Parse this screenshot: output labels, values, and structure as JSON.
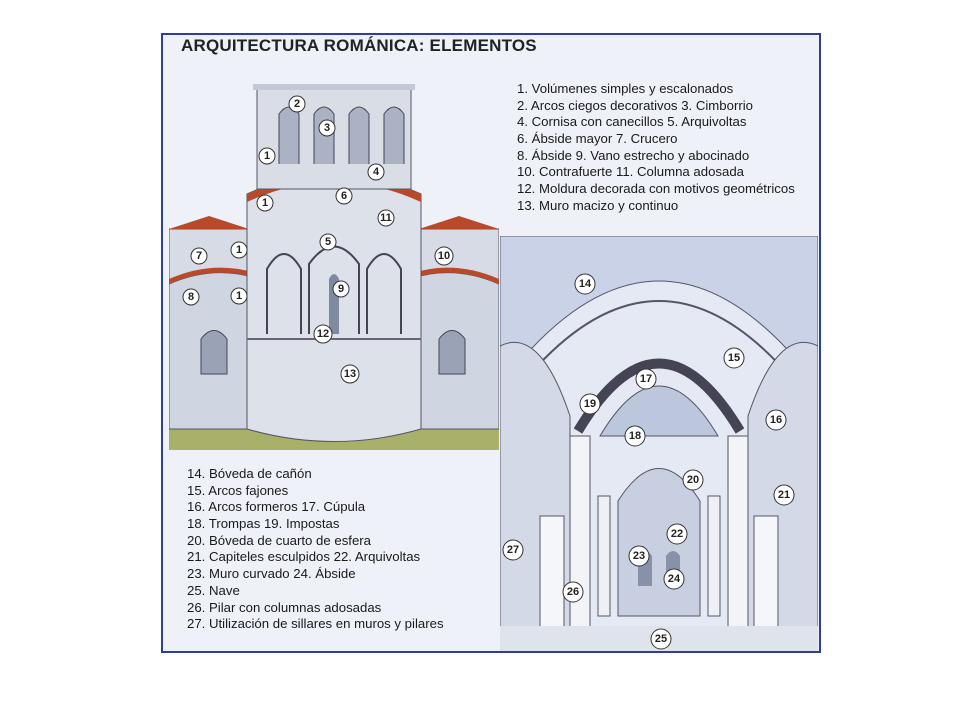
{
  "title": "ARQUITECTURA ROMÁNICA: ELEMENTOS",
  "legend_top": [
    "1. Volúmenes simples y escalonados",
    "2. Arcos ciegos decorativos      3. Cimborrio",
    "4. Cornisa con canecillos      5. Arquivoltas",
    "6. Ábside mayor     7. Crucero",
    "8. Ábside     9. Vano estrecho y abocinado",
    "10. Contrafuerte     11. Columna adosada",
    "12. Moldura decorada con motivos geométricos",
    "13. Muro macizo y continuo"
  ],
  "legend_bottom": [
    "14. Bóveda de cañón",
    "15. Arcos fajones",
    "16. Arcos formeros     17. Cúpula",
    "18. Trompas     19. Impostas",
    "20. Bóveda de cuarto de esfera",
    "21. Capiteles esculpidos     22. Arquivoltas",
    "23. Muro curvado     24. Ábside",
    "25. Nave",
    "26. Pilar con columnas adosadas",
    "27. Utilización de sillares en muros y pilares"
  ],
  "exterior_labels": [
    "2",
    "3",
    "1",
    "4",
    "6",
    "1",
    "11",
    "5",
    "7",
    "1",
    "10",
    "9",
    "8",
    "1",
    "12",
    "13"
  ],
  "interior_labels": [
    "14",
    "15",
    "17",
    "19",
    "16",
    "18",
    "20",
    "21",
    "27",
    "22",
    "23",
    "26",
    "24",
    "25"
  ],
  "colors": {
    "frame_border": "#2c3f9a",
    "stone": "#d9dde6",
    "roof": "#b84a2a",
    "grass": "#a9b06a",
    "vault": "#c9d2e6"
  }
}
